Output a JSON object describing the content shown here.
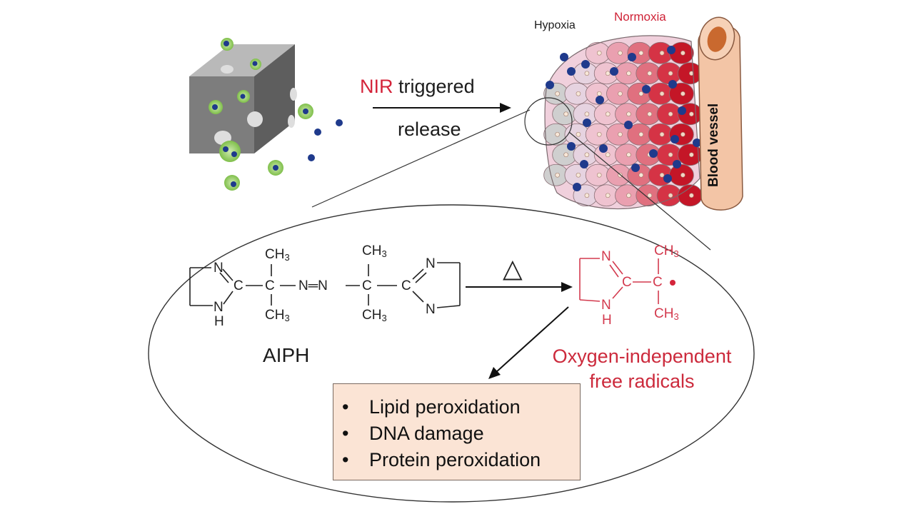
{
  "labels": {
    "nir": "NIR",
    "triggered": "triggered",
    "release": "release",
    "hypoxia": "Hypoxia",
    "normoxia": "Normoxia",
    "blood_vessel": "Blood vessel",
    "aiph": "AIPH",
    "heat_symbol": "△",
    "radicals_line1": "Oxygen-independent",
    "radicals_line2": "free radicals"
  },
  "chemistry": {
    "ch3": "CH",
    "subscript_3": "3",
    "n": "N",
    "h": "H",
    "c": "C",
    "azo_link": "N═N"
  },
  "effects": [
    "Lipid peroxidation",
    "DNA damage",
    "Protein peroxidation"
  ],
  "colors": {
    "red_accent": "#d4243a",
    "radical_red": "#d33a4e",
    "effects_box_fill": "#fbe4d5",
    "nanoparticle_green": "#8dc85a",
    "drug_blue": "#1f3a8c",
    "cube_gray": "#7d7d7d",
    "vessel_orange": "#f2c0a0"
  }
}
